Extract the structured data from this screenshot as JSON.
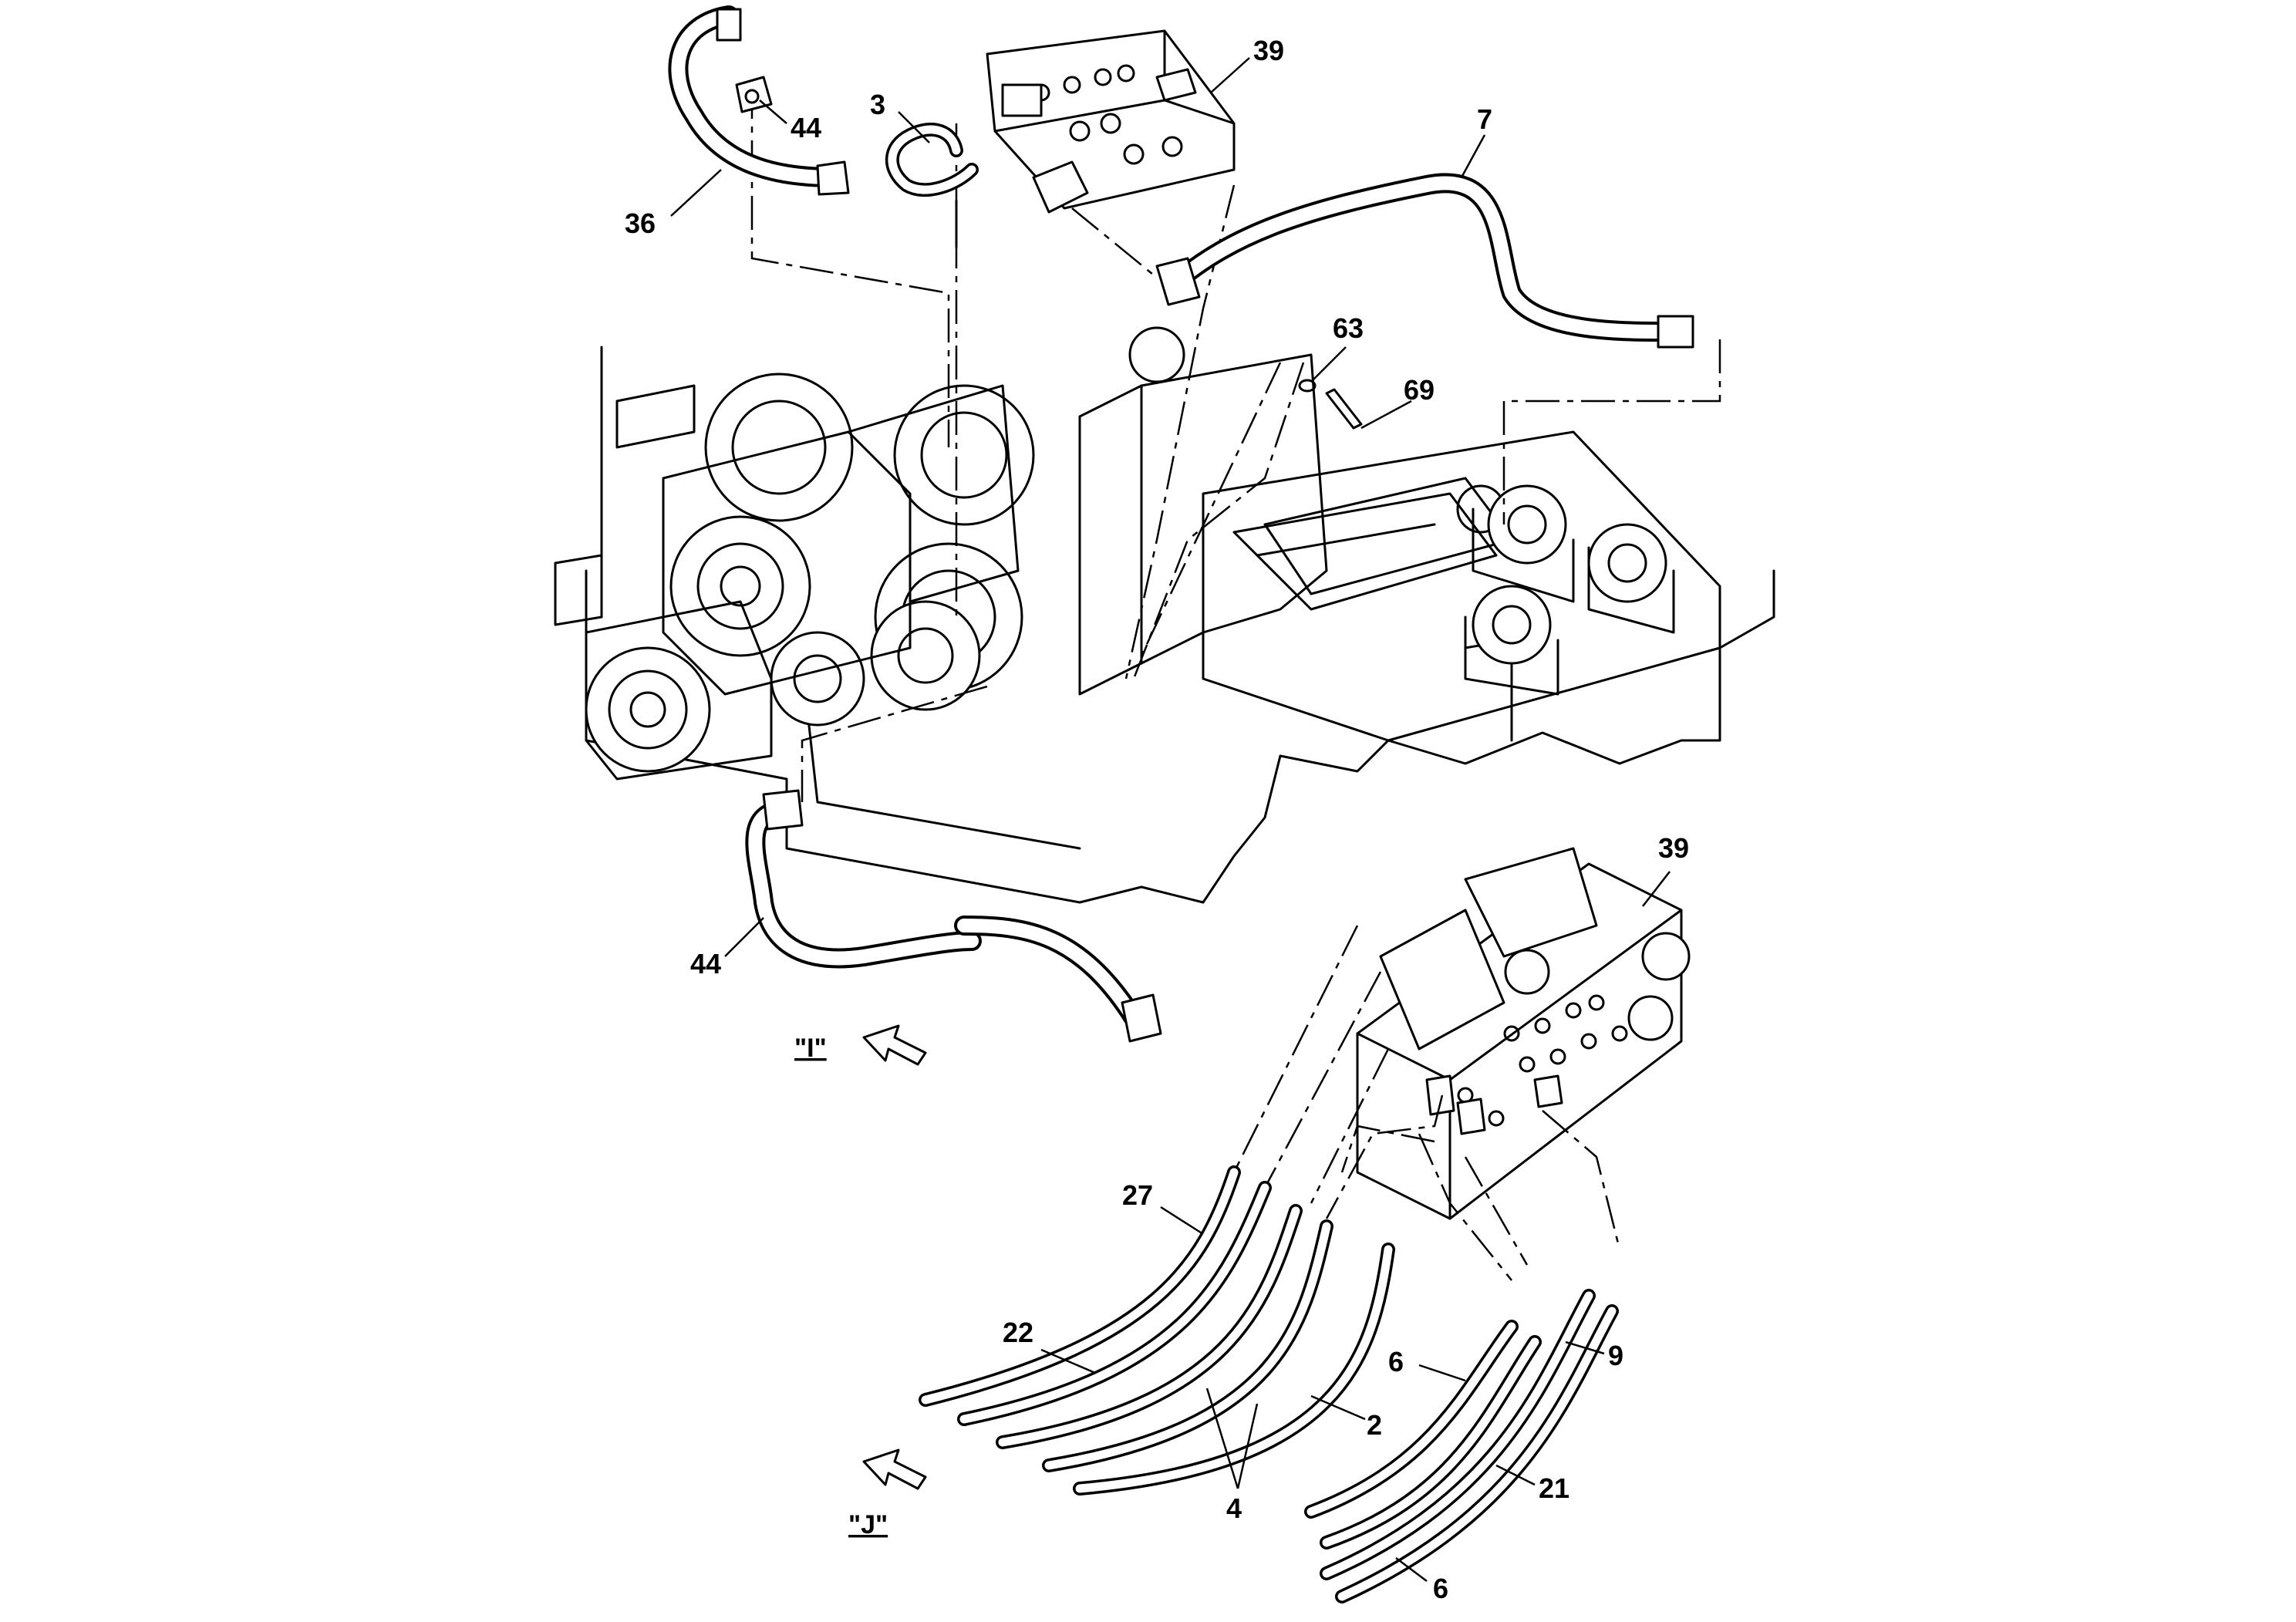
{
  "callouts": {
    "c39a": "39",
    "c3": "3",
    "c44a": "44",
    "c7": "7",
    "c36": "36",
    "c63": "63",
    "c69": "69",
    "c44b": "44",
    "c39b": "39",
    "c27": "27",
    "c22": "22",
    "c2": "2",
    "c4": "4",
    "c6a": "6",
    "c9": "9",
    "c21": "21",
    "c6b": "6"
  },
  "views": {
    "view_i": "\"I\"",
    "view_j": "\"J\""
  }
}
